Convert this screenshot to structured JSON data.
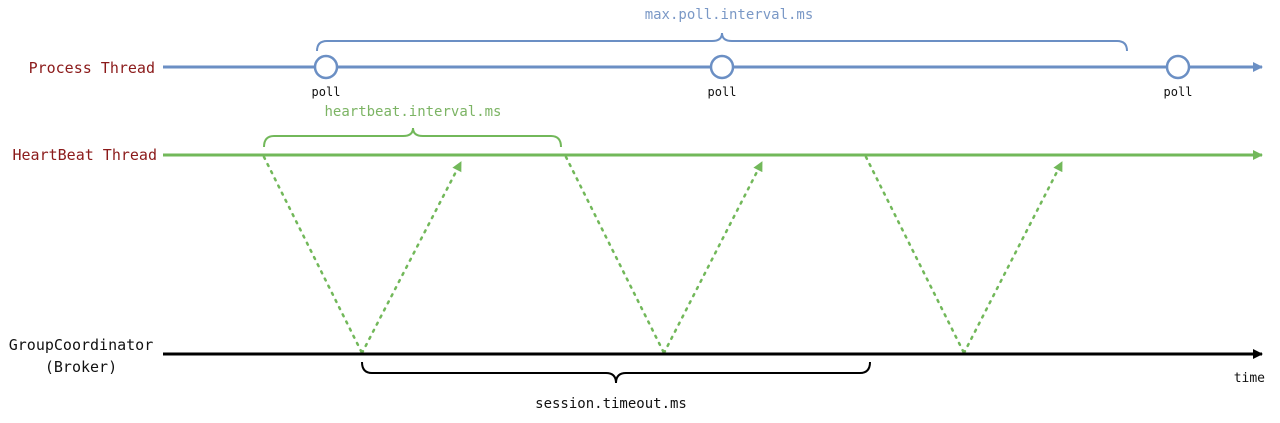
{
  "colors": {
    "process": "#6b8fc4",
    "heartbeat": "#72b85a",
    "coordinator": "#000000",
    "thread_label": "#8b1a1a"
  },
  "threads": {
    "process": "Process Thread",
    "heartbeat": "HeartBeat Thread",
    "coordinator_line1": "GroupCoordinator",
    "coordinator_line2": "(Broker)"
  },
  "polls": [
    "poll",
    "poll",
    "poll"
  ],
  "axis_label": "time",
  "braces": {
    "max_poll": "max.poll.interval.ms",
    "heartbeat": "heartbeat.interval.ms",
    "session": "session.timeout.ms"
  }
}
